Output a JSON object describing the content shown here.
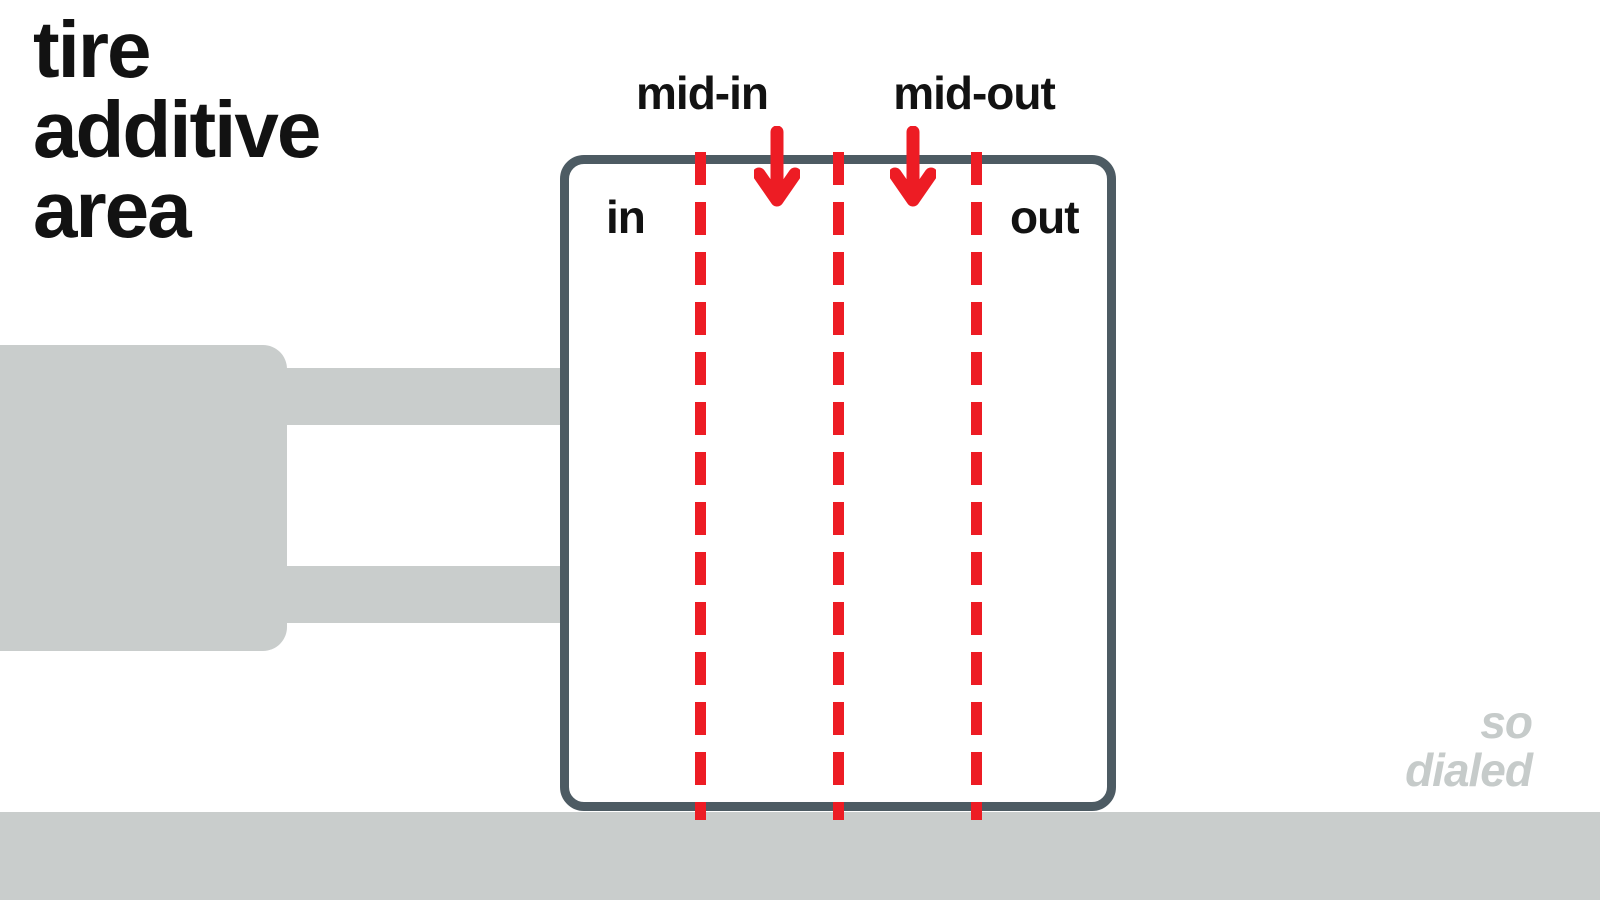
{
  "title": {
    "lines": [
      "tire",
      "additive",
      "area"
    ]
  },
  "diagram": {
    "box_labels": {
      "in": "in",
      "out": "out"
    },
    "zone_labels": {
      "mid_in": "mid-in",
      "mid_out": "mid-out"
    }
  },
  "watermark": {
    "lines": [
      "so",
      "dialed"
    ]
  },
  "colors": {
    "red": "#ed1c24",
    "gray": "#c9cdcc",
    "slate": "#4d5b63",
    "ink": "#121212",
    "watermark": "#c6cbca"
  }
}
